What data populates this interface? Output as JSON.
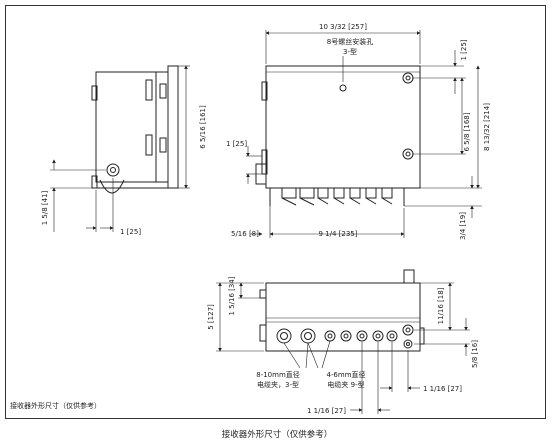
{
  "frame_caption": "接收器外形尺寸（仅供参考）",
  "page_caption": "接收器外形尺寸（仅供参考）",
  "callouts": {
    "screw_line1": "8号螺丝安装孔",
    "screw_line2": "3-型",
    "gland_large_line1": "8-10mm直径",
    "gland_large_line2": "电缆夹，3-型",
    "gland_small_line1": "4-6mm直径",
    "gland_small_line2": "电缆夹 9-型"
  },
  "dimensions": {
    "overall_width": "10 3/32 [257]",
    "top_offset": "1 [25]",
    "height_inner": "6 5/8 [168]",
    "height_outer": "8 13/32 [214]",
    "bottom_offset": "3/4 [19]",
    "front_mount_width": "9 1/4 [235]",
    "front_left_offset": "5/16 [8]",
    "front_side_offset": "1 [25]",
    "side_height": "6 5/16 [161]",
    "side_lower": "1 5/8 [41]",
    "side_hole_offset": "1 [25]",
    "bottom_height": "5 [127]",
    "bottom_top_offset": "1 5/16 [34]",
    "bottom_right_upper": "11/16 [18]",
    "bottom_right_lower": "5/8 [16]",
    "bottom_right_gap": "1 1/16 [27]",
    "bottom_gap_center": "1 1/16 [27]"
  }
}
